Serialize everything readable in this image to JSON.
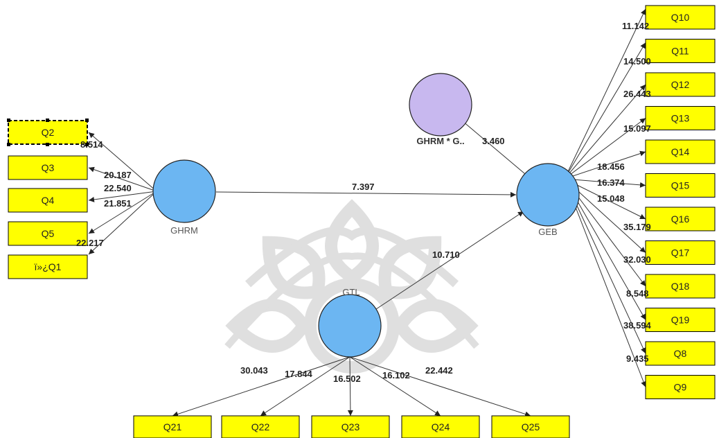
{
  "colors": {
    "indicator_fill": "#ffff00",
    "construct_fill": "#6cb6f2",
    "moderator_fill": "#c8b8ef",
    "watermark": "#d8d8d8"
  },
  "constructs": {
    "ghrm": "GHRM",
    "geb": "GEB",
    "gtl": "GTL",
    "interaction": "GHRM * G.."
  },
  "indicators": {
    "ghrm": [
      "Q2",
      "Q3",
      "Q4",
      "Q5",
      "ï»¿Q1"
    ],
    "geb": [
      "Q10",
      "Q11",
      "Q12",
      "Q13",
      "Q14",
      "Q15",
      "Q16",
      "Q17",
      "Q18",
      "Q19",
      "Q8",
      "Q9"
    ],
    "gtl": [
      "Q21",
      "Q22",
      "Q23",
      "Q24",
      "Q25"
    ]
  },
  "loadings": {
    "ghrm": [
      "8.514",
      "20.187",
      "22.540",
      "21.851",
      "22.217"
    ],
    "geb": [
      "11.142",
      "14.500",
      "26.443",
      "15.097",
      "18.456",
      "16.374",
      "15.048",
      "35.179",
      "32.030",
      "8.548",
      "38.594",
      "9.435"
    ],
    "gtl": [
      "30.043",
      "17.844",
      "16.502",
      "16.102",
      "22.442"
    ]
  },
  "paths": {
    "ghrm_geb": "7.397",
    "gtl_geb": "10.710",
    "interaction_geb": "3.460"
  }
}
